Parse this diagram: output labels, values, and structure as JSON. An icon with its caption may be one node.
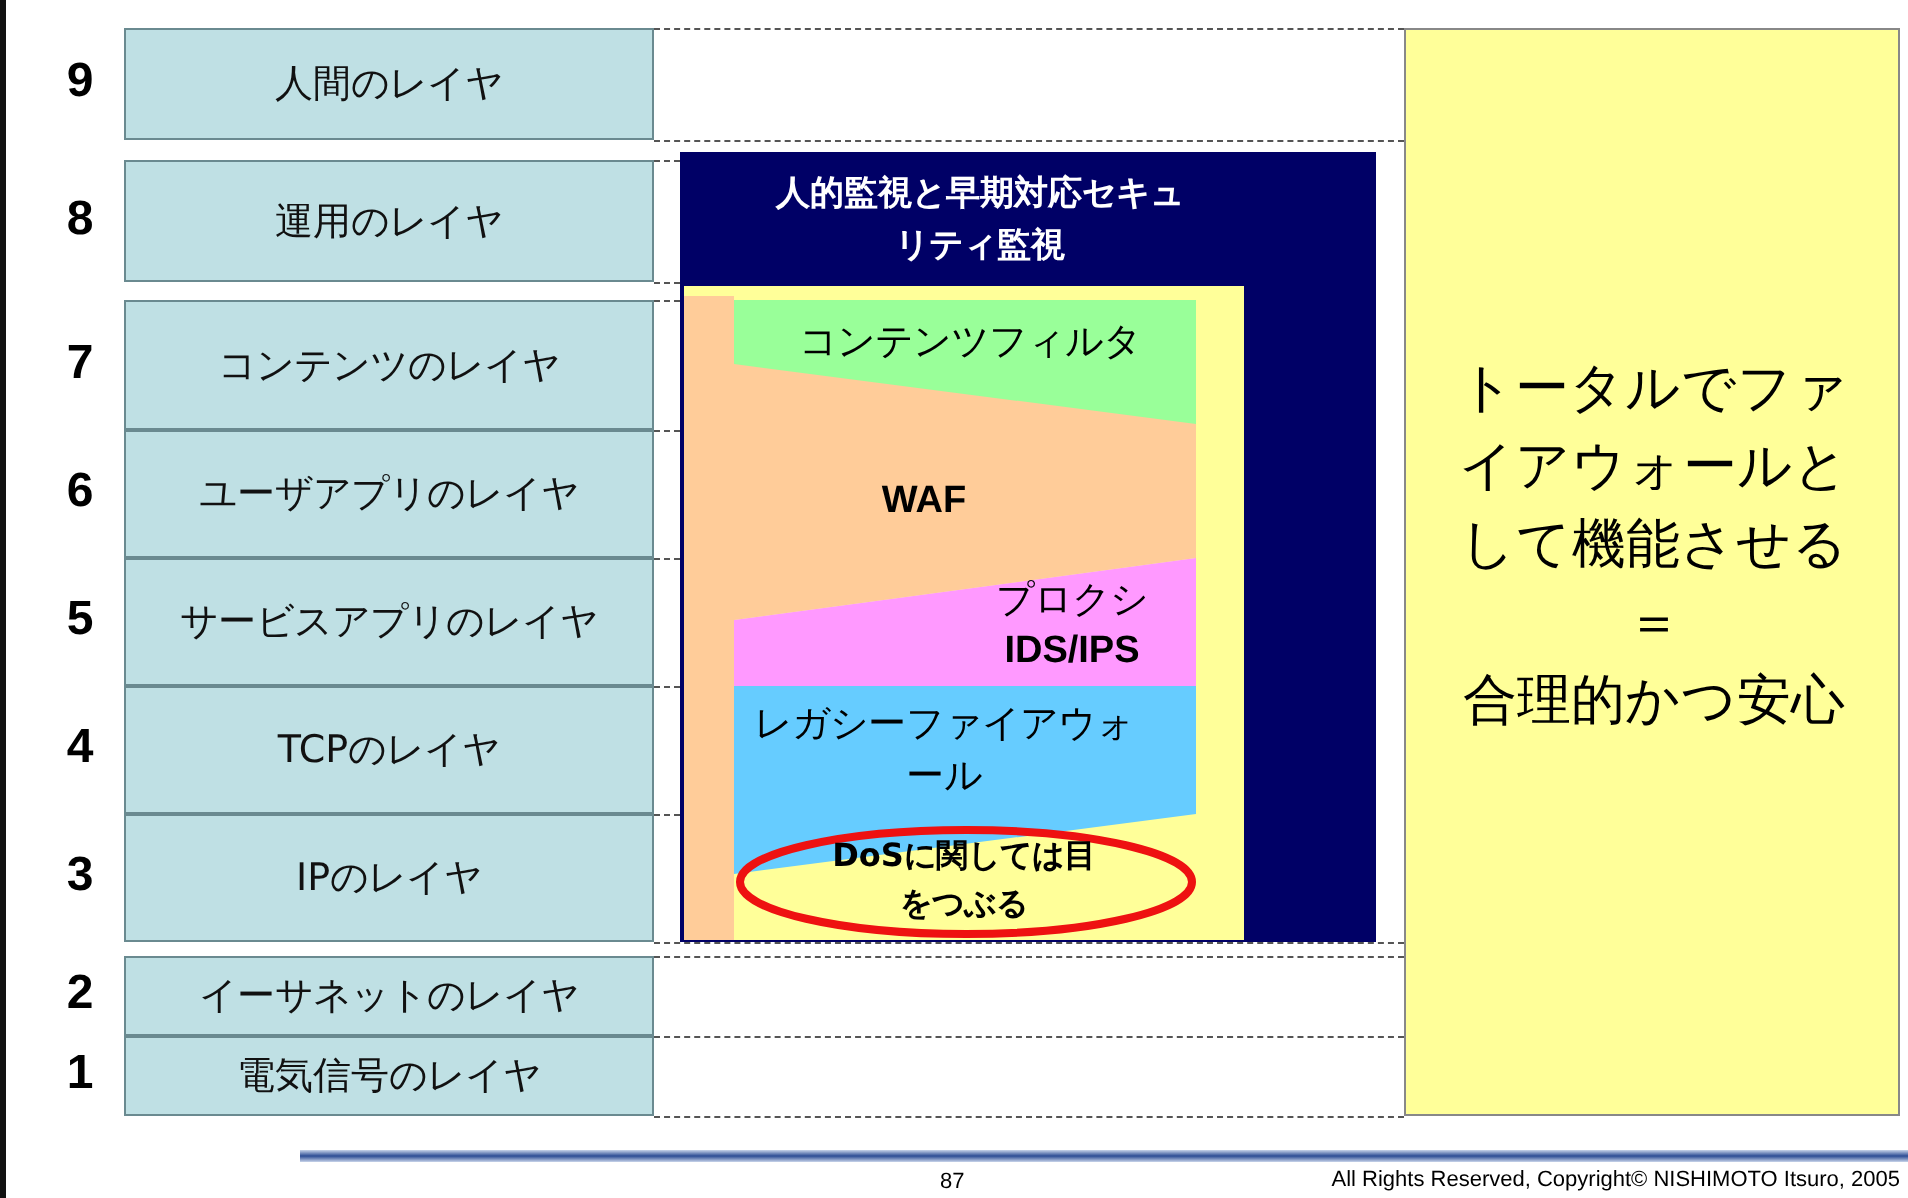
{
  "diagram": {
    "nodes": [
      {
        "text": [
          "人間のレイヤ"
        ],
        "beside": [
          "9"
        ]
      },
      {
        "text": [
          "運用のレイヤ"
        ],
        "beside": [
          "8"
        ]
      },
      {
        "text": [
          "コンテンツのレイヤ"
        ],
        "beside": [
          "7"
        ]
      },
      {
        "text": [
          "ユーザアプリのレイヤ"
        ],
        "beside": [
          "6"
        ]
      },
      {
        "text": [
          "サービスアプリのレイヤ"
        ],
        "beside": [
          "5"
        ]
      },
      {
        "text": [
          "TCPのレイヤ"
        ],
        "beside": [
          "4"
        ]
      },
      {
        "text": [
          "IPのレイヤ"
        ],
        "beside": [
          "3"
        ]
      },
      {
        "text": [
          "イーサネットのレイヤ"
        ],
        "beside": [
          "2"
        ]
      },
      {
        "text": [
          "電気信号のレイヤ"
        ],
        "beside": [
          "1"
        ]
      },
      {
        "text": [
          "人的監視と早期対応セキュリティ監視"
        ]
      },
      {
        "text": [
          "コンテンツフィルタ"
        ],
        "in": 9
      },
      {
        "text": [
          "WAF"
        ],
        "in": 9
      },
      {
        "text": [
          "プロクシ",
          "IDS/IPS"
        ],
        "in": 9
      },
      {
        "text": [
          "レガシーファイアウォール"
        ],
        "in": 9
      },
      {
        "text": [
          "DoSに関しては目をつぶる"
        ],
        "in": 9
      },
      {
        "text": [
          "トータルでファイアウォールとして機能させる",
          "＝",
          "合理的かつ安心"
        ]
      }
    ],
    "labels": [
      "87",
      "All Rights Reserved, Copyright© NISHIMOTO Itsuro, 2005"
    ]
  }
}
